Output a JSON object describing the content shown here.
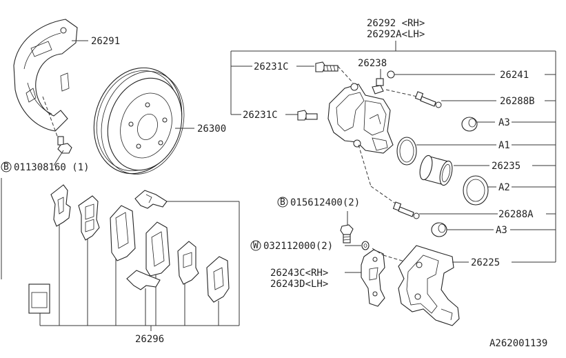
{
  "labels": {
    "p26291": "26291",
    "p26300": "26300",
    "bolt_spec": "011308160 (1)",
    "bolt_prefix": "B",
    "p26296": "26296",
    "p26292_rh": "26292 <RH>",
    "p26292a_lh": "26292A<LH>",
    "p26231c_top": "26231C",
    "p26231c_mid": "26231C",
    "p26238": "26238",
    "p26241": "26241",
    "p26288b": "26288B",
    "a3_top": "A3",
    "a1": "A1",
    "p26235": "26235",
    "a2": "A2",
    "p015612400": "015612400(2)",
    "b_prefix2": "B",
    "p26288a": "26288A",
    "a3_bottom": "A3",
    "p032112000": "032112000(2)",
    "w_prefix": "W",
    "p26225": "26225",
    "p26243c_rh": "26243C<RH>",
    "p26243d_lh": "26243D<LH>",
    "diagram_id": "A262001139"
  }
}
